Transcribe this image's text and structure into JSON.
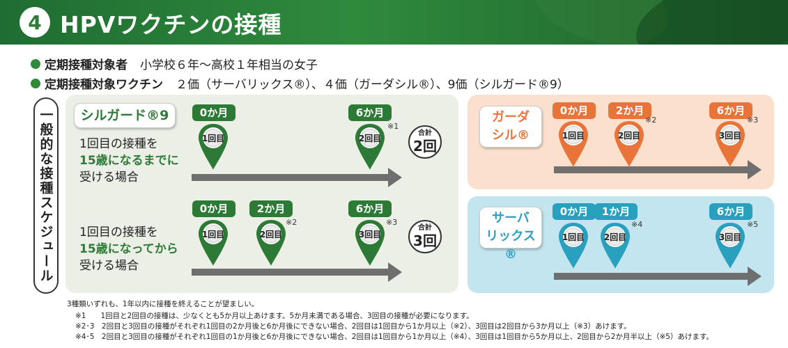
{
  "header": {
    "number": "4",
    "title": "HPVワクチンの接種"
  },
  "bullets": [
    {
      "label": "定期接種対象者",
      "value": "小学校６年〜高校１年相当の女子"
    },
    {
      "label": "定期接種対象ワクチン",
      "value": "２価（サーバリックス®）、４価（ガーダシル®）、9価（シルガード®9）"
    }
  ],
  "side_label": "一般的な接種スケジュール",
  "silgard": {
    "name": "シルガード®9",
    "case1": {
      "line1": "1回目の接種を",
      "line2": "15歳になるまでに",
      "line3": "受ける場合",
      "months": [
        "0か月",
        "6か月"
      ],
      "doses": [
        "1回目",
        "2回目"
      ],
      "notes": [
        "※1"
      ],
      "total_label": "合計",
      "total_value": "2回"
    },
    "case2": {
      "line1": "1回目の接種を",
      "line2": "15歳になってから",
      "line3": "受ける場合",
      "months": [
        "0か月",
        "2か月",
        "6か月"
      ],
      "doses": [
        "1回目",
        "2回目",
        "3回目"
      ],
      "notes": [
        "※2",
        "※3"
      ],
      "total_label": "合計",
      "total_value": "3回"
    }
  },
  "gardasil": {
    "name_line1": "ガーダ",
    "name_line2": "シル®",
    "months": [
      "0か月",
      "2か月",
      "6か月"
    ],
    "doses": [
      "1回目",
      "2回目",
      "3回目"
    ],
    "notes": [
      "※2",
      "※3"
    ]
  },
  "cervarix": {
    "name_line1": "サーバ",
    "name_line2": "リックス®",
    "months": [
      "0か月",
      "1か月",
      "6か月"
    ],
    "doses": [
      "1回目",
      "2回目",
      "3回目"
    ],
    "notes": [
      "※4",
      "※5"
    ]
  },
  "footnotes": [
    "3種類いずれも、1年以内に接種を終えることが望ましい。",
    "※1　　1回目と2回目の接種は、少なくとも5か月以上あけます。5か月未満である場合、3回目の接種が必要になります。",
    "※2･3　2回目と3回目の接種がそれぞれ1回目の2か月後と6か月後にできない場合、2回目は1回目から1か月以上（※2）、3回目は2回目から3か月以上（※3）あけます。",
    "※4･5　2回目と3回目の接種がそれぞれ1回目の1か月後と6か月後にできない場合、2回目は1回目から1か月以上（※4）、3回目は1回目から5か月以上、2回目から2か月半以上（※5）あけます。"
  ],
  "colors": {
    "green": "#2c7a36",
    "orange": "#e8743a",
    "blue": "#2aa0bf"
  }
}
